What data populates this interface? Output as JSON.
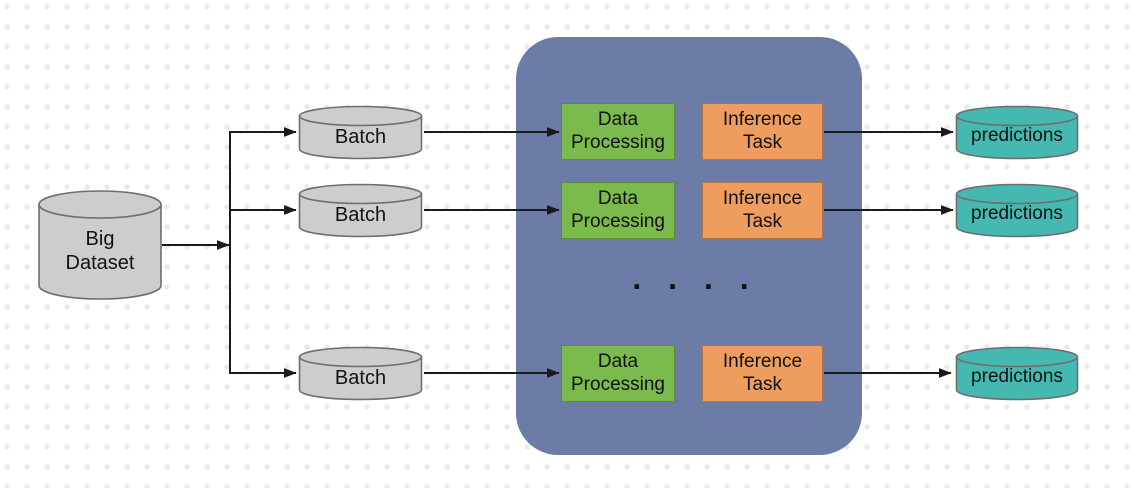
{
  "colors": {
    "container": "#6d7ca6",
    "green": "#7bba4c",
    "orange": "#ee9d5e",
    "teal": "#45b9b1",
    "gray": "#cdcdcd",
    "arrow": "#1a1a1a",
    "background": "#ffffff",
    "dot": "#e9e9e9"
  },
  "nodes": {
    "source": {
      "label": "Big Dataset"
    }
  },
  "rows": [
    {
      "batch_label": "Batch",
      "processing_label": "Data Processing",
      "inference_label": "Inference Task",
      "output_label": "predictions"
    },
    {
      "batch_label": "Batch",
      "processing_label": "Data Processing",
      "inference_label": "Inference Task",
      "output_label": "predictions"
    },
    {
      "batch_label": "Batch",
      "processing_label": "Data Processing",
      "inference_label": "Inference Task",
      "output_label": "predictions"
    }
  ],
  "ellipsis": ". . . ."
}
